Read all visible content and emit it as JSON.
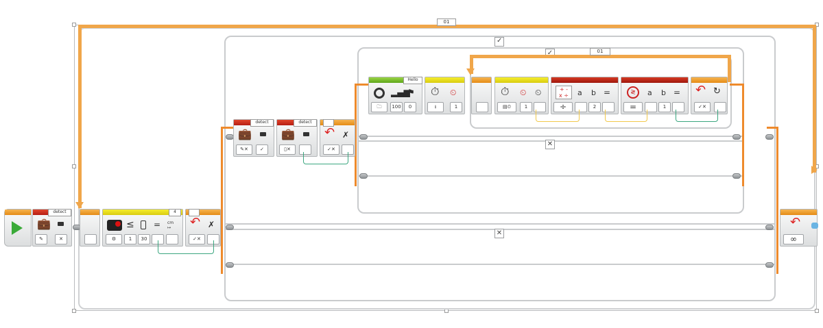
{
  "program": {
    "outer_loop": {
      "label": "01",
      "mode_icon": "infinity-icon"
    },
    "inner_loop": {
      "label": "01"
    },
    "start_block": {
      "icon": "play-icon"
    },
    "switch_outer": {
      "true_icon": "check-icon",
      "false_icon": "x-icon"
    },
    "switch_inner": {
      "true_icon": "check-icon",
      "false_icon": "x-icon"
    },
    "blocks": {
      "b1": {
        "label": "detect"
      },
      "b2": {
        "label": "4",
        "inputs": [
          "1",
          "30"
        ]
      },
      "b4": {
        "label": "detect"
      },
      "b5": {
        "label": "detect"
      },
      "sound": {
        "label": "Hello",
        "inputs": [
          "100",
          "0"
        ]
      },
      "wait1": {
        "inputs": [
          "1"
        ]
      },
      "wait2": {
        "inputs": [
          "1"
        ]
      },
      "math": {
        "labels": [
          "a",
          "b",
          "="
        ],
        "inputs": [
          "2"
        ]
      },
      "compare": {
        "labels": [
          "a",
          "b",
          "="
        ],
        "inputs": [
          "1"
        ]
      }
    }
  },
  "colors": {
    "wire": "#f0a64a",
    "data_green": "#3aa67f",
    "data_yellow": "#f1c84a",
    "action_green": "#5ea61a",
    "flow_orange": "#e58b16",
    "sensor_yellow": "#d8cb11",
    "advanced_red": "#b61d12"
  }
}
